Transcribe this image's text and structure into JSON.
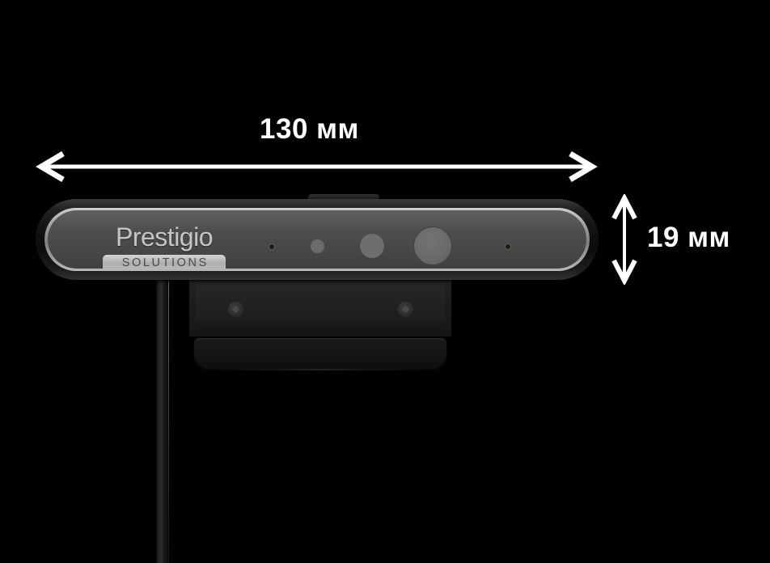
{
  "scene": {
    "background_color": "#000000",
    "subject": "webcam-bar",
    "description": "Product dimension diagram of a conference camera bar on black background"
  },
  "annotations": {
    "width": {
      "label": "130 мм",
      "value": 130,
      "unit": "мм",
      "orientation": "horizontal",
      "arrow_name": "width-dimension-arrow",
      "color": "#ffffff"
    },
    "height": {
      "label": "19 мм",
      "value": 19,
      "unit": "мм",
      "orientation": "vertical",
      "arrow_name": "height-dimension-arrow",
      "color": "#ffffff"
    }
  },
  "device": {
    "brand": {
      "name": "Prestigio",
      "tagline": "SOLUTIONS",
      "name_color": "#c6c6c6",
      "badge_background": "#bfbfbf",
      "badge_text_color": "#4a4a4a"
    },
    "shell_color": "#121212",
    "ring_color": "#b2b2b2",
    "face_color": "#4d4d4d",
    "sensors": [
      {
        "name": "pinhole-left",
        "type": "microphone-pinhole",
        "color": "#1d1d14"
      },
      {
        "name": "mic",
        "type": "indicator-dot",
        "color": "#6b6b6b"
      },
      {
        "name": "ir-sensor",
        "type": "ir-sensor",
        "color": "#6e6e6e"
      },
      {
        "name": "main-lens",
        "type": "camera-lens",
        "color": "#696969"
      },
      {
        "name": "pinhole-right",
        "type": "microphone-pinhole",
        "color": "#1d1d14"
      }
    ],
    "mount": {
      "name": "display-clip-bracket",
      "color": "#1c1c1c",
      "screws": 2
    },
    "cable": {
      "name": "cable",
      "color": "#232323"
    }
  }
}
